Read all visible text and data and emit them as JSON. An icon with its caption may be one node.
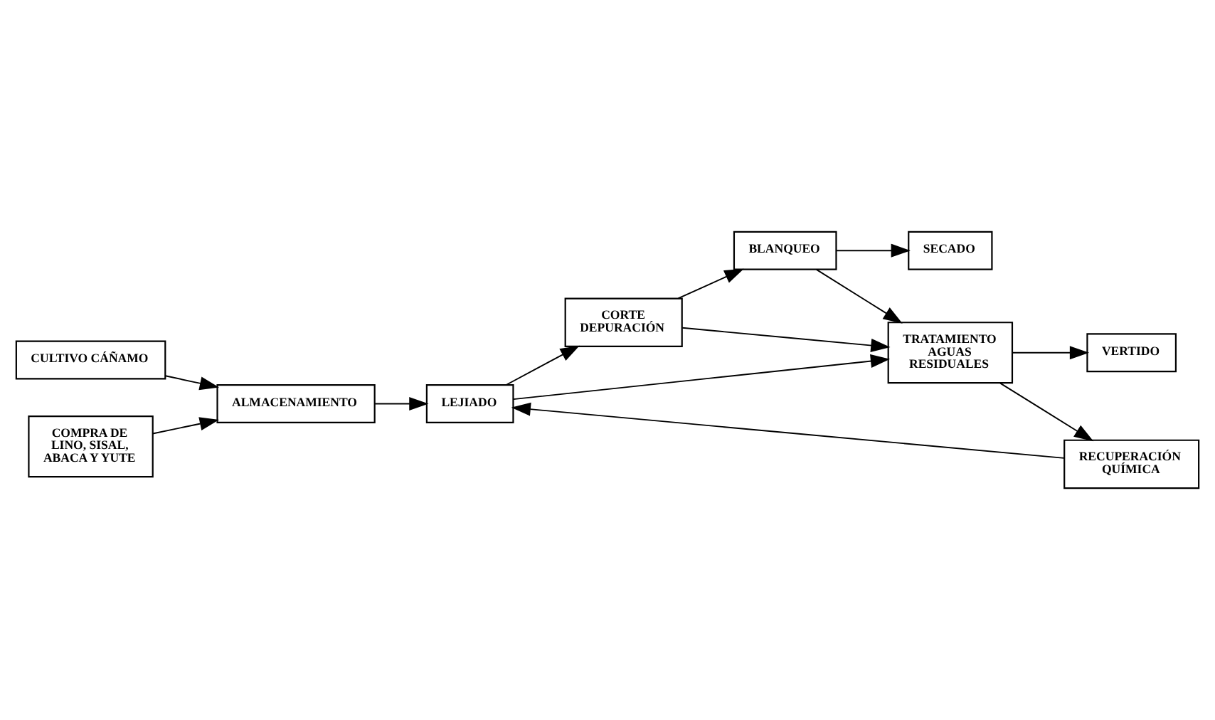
{
  "diagram": {
    "nodes": [
      {
        "text": [
          "CULTIVO CÁÑAMO"
        ]
      },
      {
        "text": [
          "COMPRA DE LINO, SISAL, ABACA Y YUTE"
        ]
      },
      {
        "text": [
          "ALMACENAMIENTO"
        ]
      },
      {
        "text": [
          "LEJIADO"
        ]
      },
      {
        "text": [
          "CORTE DEPURACIÓN"
        ]
      },
      {
        "text": [
          "RECUPERACIÓN QUÍMICA"
        ]
      },
      {
        "text": [
          "TRATAMIENTO AGUAS RESIDUALES"
        ]
      },
      {
        "text": [
          "VERTIDO"
        ]
      },
      {
        "text": [
          "SECADO"
        ]
      },
      {
        "text": [
          "BLANQUEO"
        ]
      }
    ],
    "edges": [
      {
        "from": 0,
        "to": 2,
        "arrow": "to"
      },
      {
        "from": 1,
        "to": 2,
        "arrow": "to"
      },
      {
        "from": 2,
        "to": 3,
        "arrow": "to"
      },
      {
        "from": 3,
        "to": 4,
        "arrow": "to"
      },
      {
        "from": 3,
        "to": 6,
        "arrow": "to"
      },
      {
        "from": 4,
        "to": 6,
        "arrow": "to"
      },
      {
        "from": 4,
        "to": 9,
        "arrow": "to"
      },
      {
        "from": 6,
        "to": 5,
        "arrow": "to"
      },
      {
        "from": 5,
        "to": 3,
        "arrow": "to"
      },
      {
        "from": 6,
        "to": 7,
        "arrow": "to"
      },
      {
        "from": 9,
        "to": 6,
        "arrow": "to"
      },
      {
        "from": 9,
        "to": 8,
        "arrow": "to"
      }
    ]
  }
}
